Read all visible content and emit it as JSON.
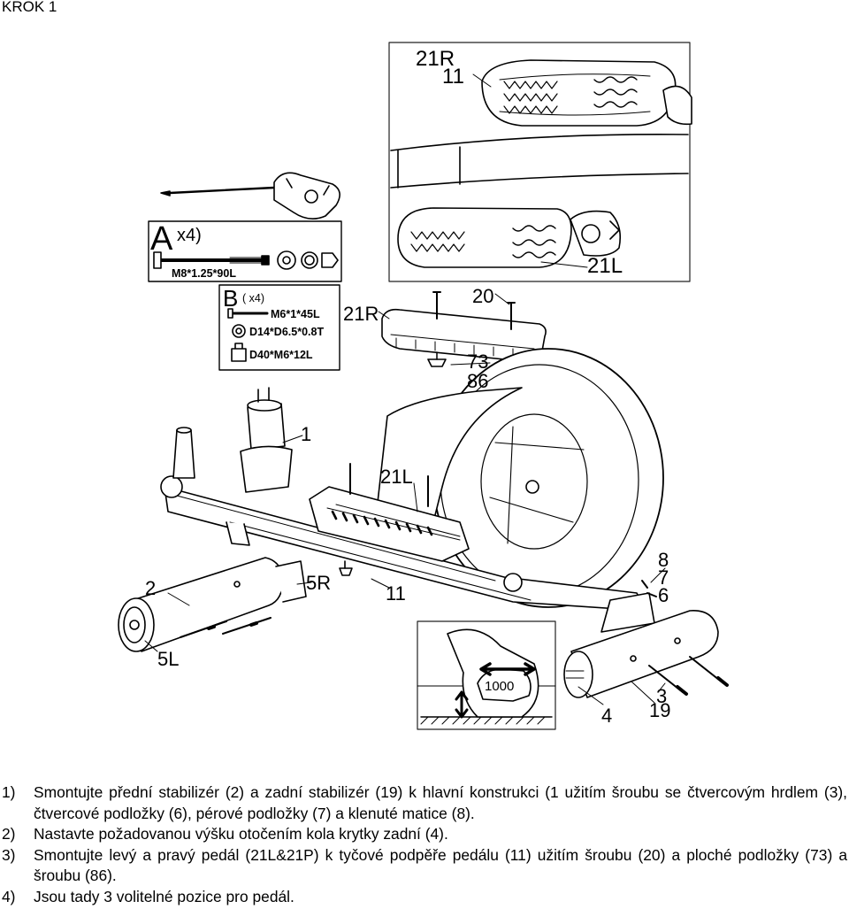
{
  "page": {
    "title": "KROK 1"
  },
  "figure": {
    "inset_top_labels": {
      "right_pedal": "21R",
      "right_pedal_arm": "11",
      "left_pedal": "21L"
    },
    "box_a": {
      "letter": "A",
      "count": "x4)",
      "bolt_spec": "M8*1.25*90L"
    },
    "box_b": {
      "letter": "B",
      "count": "( x4)",
      "bolt_spec": "M6*1*45L",
      "washer_spec": "D14*D6.5*0.8T",
      "nut_spec": "D40*M6*12L"
    },
    "part_labels": {
      "p21R_pedal": "21R",
      "p20": "20",
      "p73": "73",
      "p86": "86",
      "p1": "1",
      "p21L": "21L",
      "p8": "8",
      "p7": "7",
      "p6": "6",
      "p2": "2",
      "p5R": "5R",
      "p11": "11",
      "p5L": "5L",
      "p4": "4",
      "p19": "19",
      "p3": "3"
    },
    "knob_digits": "1000"
  },
  "instructions": [
    {
      "num": "1)",
      "text": "Smontujte přední stabilizér (2) a zadní stabilizér (19) k hlavní konstrukci (1 užitím šroubu se čtvercovým hrdlem (3), čtvercové podložky (6), pérové podložky (7) a klenuté matice (8)."
    },
    {
      "num": "2)",
      "text": "Nastavte požadovanou výšku otočením kola krytky zadní (4)."
    },
    {
      "num": "3)",
      "text": "Smontujte levý a pravý pedál (21L&21P) k tyčové podpěře pedálu (11) užitím šroubu (20) a ploché podložky (73) a šroubu (86)."
    },
    {
      "num": "4)",
      "text": "Jsou tady 3 volitelné pozice pro pedál."
    }
  ]
}
